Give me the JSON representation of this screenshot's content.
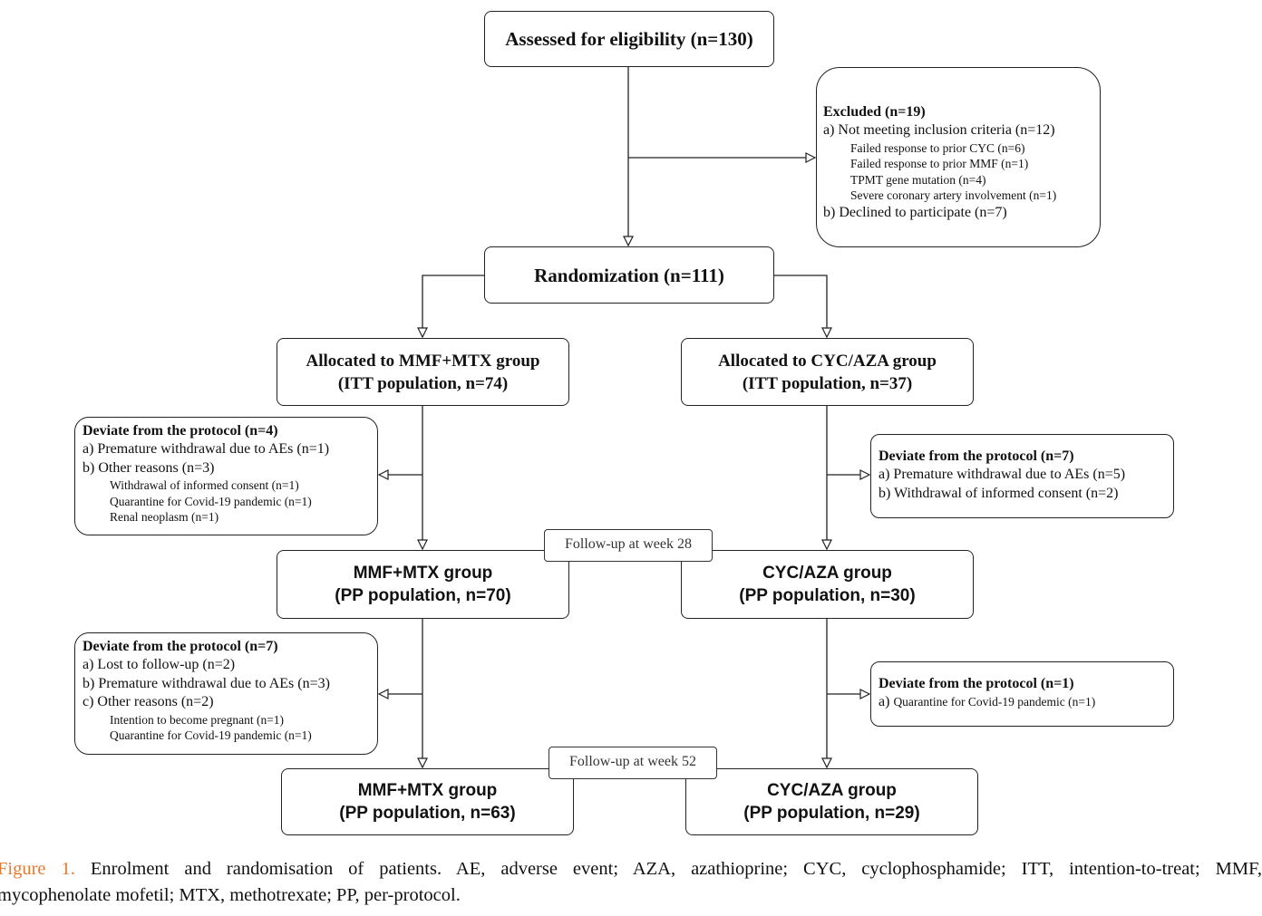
{
  "eligibility": "Assessed for eligibility (n=130)",
  "excluded": {
    "title": "Excluded (n=19)",
    "a": "a) Not meeting inclusion criteria (n=12)",
    "a_items": [
      "Failed response to prior CYC (n=6)",
      "Failed response to prior MMF (n=1)",
      "TPMT gene mutation (n=4)",
      "Severe coronary artery involvement (n=1)"
    ],
    "b": "b) Declined to participate (n=7)"
  },
  "randomization": "Randomization (n=111)",
  "alloc_left": {
    "line1": "Allocated to MMF+MTX group",
    "line2": "(ITT population, n=74)"
  },
  "alloc_right": {
    "line1": "Allocated to CYC/AZA group",
    "line2": "(ITT population, n=37)"
  },
  "dev_left_1": {
    "title": "Deviate from the protocol (n=4)",
    "a": "a) Premature withdrawal due to AEs (n=1)",
    "b": "b) Other reasons (n=3)",
    "b_items": [
      "Withdrawal of informed consent (n=1)",
      "Quarantine for Covid-19 pandemic (n=1)",
      "Renal neoplasm (n=1)"
    ]
  },
  "dev_right_1": {
    "title": "Deviate from the protocol (n=7)",
    "a": "a) Premature withdrawal due to AEs (n=5)",
    "b": "b) Withdrawal of informed consent (n=2)"
  },
  "followup_28": "Follow-up at week 28",
  "pp28_left": {
    "line1": "MMF+MTX group",
    "line2": "(PP population, n=70)"
  },
  "pp28_right": {
    "line1": "CYC/AZA group",
    "line2": "(PP population, n=30)"
  },
  "dev_left_2": {
    "title": "Deviate from the protocol (n=7)",
    "a": "a) Lost to follow-up (n=2)",
    "b": "b) Premature withdrawal due to AEs (n=3)",
    "c": "c) Other reasons (n=2)",
    "c_items": [
      "Intention to become pregnant (n=1)",
      "Quarantine for Covid-19 pandemic (n=1)"
    ]
  },
  "dev_right_2": {
    "title": "Deviate from the protocol (n=1)",
    "a_prefix": "a)",
    "a_text": "Quarantine for Covid-19 pandemic (n=1)"
  },
  "followup_52": "Follow-up at week 52",
  "pp52_left": {
    "line1": "MMF+MTX group",
    "line2": "(PP population, n=63)"
  },
  "pp52_right": {
    "line1": "CYC/AZA group",
    "line2": "(PP population, n=29)"
  },
  "caption": {
    "label": "Figure 1.",
    "line1": "Enrolment and randomisation of patients. AE, adverse event; AZA, azathioprine; CYC, cyclophosphamide; ITT, intention-to-treat; MMF,",
    "line2": "mycophenolate mofetil; MTX, methotrexate; PP, per-protocol."
  }
}
